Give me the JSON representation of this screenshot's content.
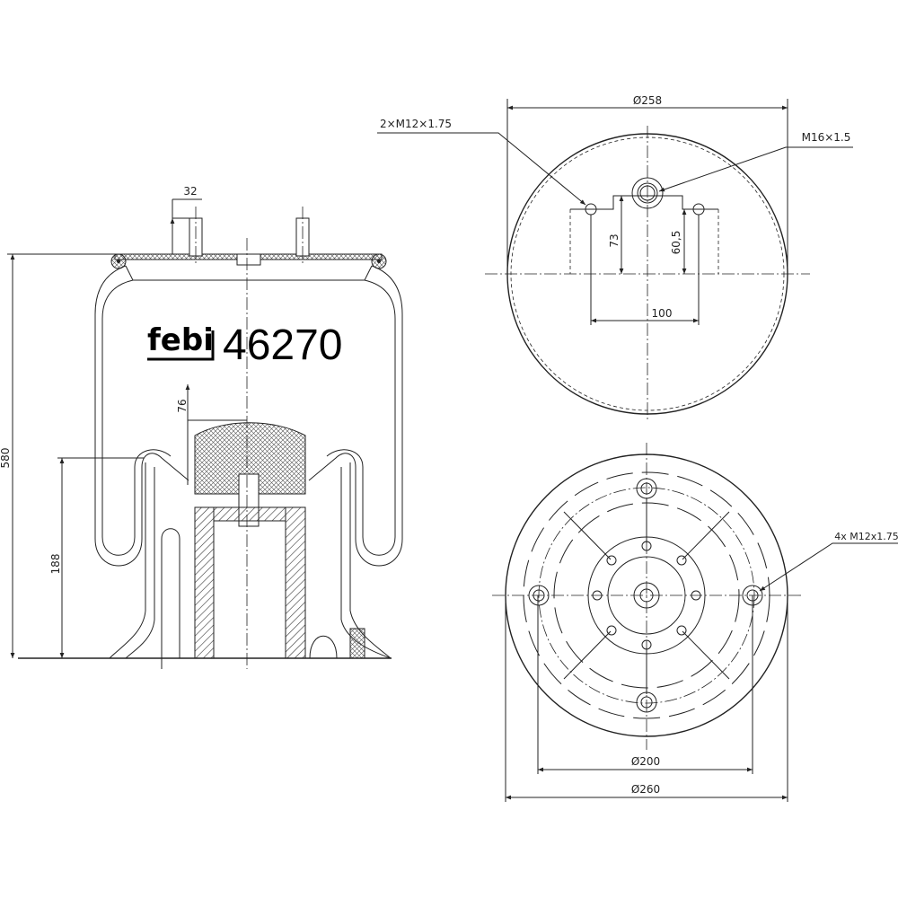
{
  "brand": {
    "logo": "febi",
    "part_number": "46270"
  },
  "side_view": {
    "dims": {
      "height_total": "580",
      "height_base": "188",
      "stud_height": "32",
      "bumper_height": "76"
    }
  },
  "top_view": {
    "diameter": "Ø258",
    "callout_studs": "2×M12×1.75",
    "callout_air": "M16×1.5",
    "dim_73": "73",
    "dim_60_5": "60,5",
    "dim_100": "100"
  },
  "bottom_view": {
    "callout_holes": "4x M12x1.75",
    "bolt_circle": "Ø200",
    "diameter": "Ø260"
  },
  "colors": {
    "line": "#222222",
    "background": "#ffffff"
  }
}
